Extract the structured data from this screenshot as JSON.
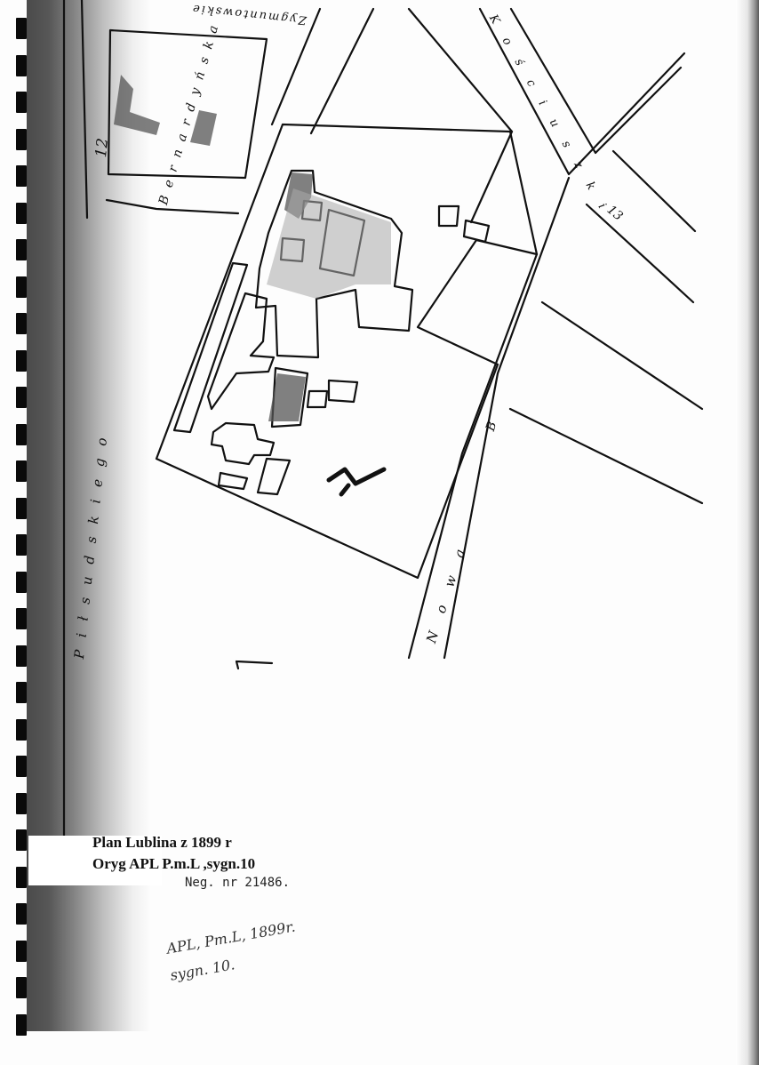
{
  "caption": {
    "line1": "Plan Lublina z 1899 r",
    "line2": "Oryg APL P.m.L ,sygn.10",
    "negative": "Neg. nr 21486."
  },
  "handwritten": {
    "line1": "APL, Pm.L, 1899r.",
    "line2": "sygn. 10."
  },
  "streets": {
    "left": "Piłsudskiego",
    "top_upside": "Zygmuntowskie",
    "center": "Bernardyńska",
    "right": "Nowa",
    "right_top": "Kościuszki",
    "number_left": "12",
    "number_mid": "B",
    "number_right": "13"
  },
  "colors": {
    "ink": "#111111",
    "paper": "#fdfdfd",
    "shadow": "#3a3a3a"
  }
}
